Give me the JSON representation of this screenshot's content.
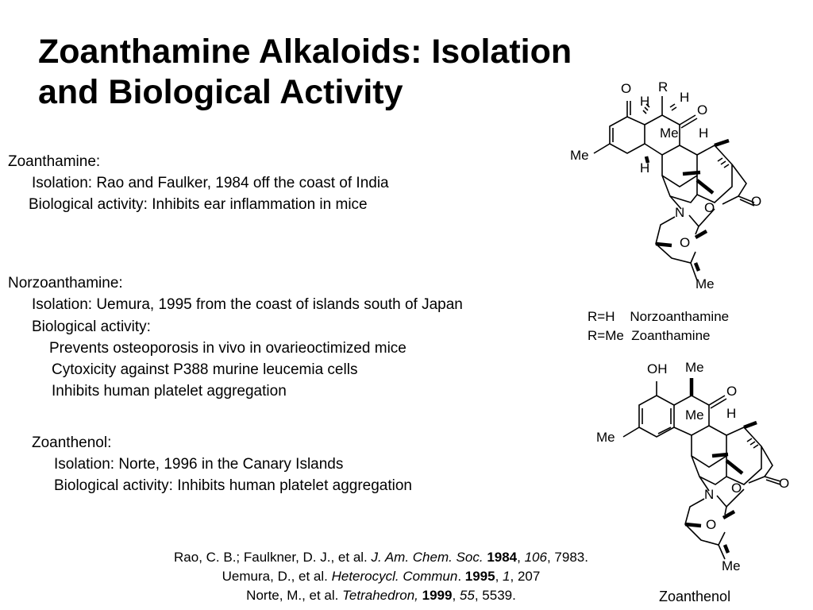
{
  "title": "Zoanthamine Alkaloids: Isolation and Biological Activity",
  "zoanthamine": {
    "name": "Zoanthamine:",
    "isolation": "Isolation: Rao and Faulker, 1984 off the coast of India",
    "activity": "Biological activity: Inhibits ear inflammation in mice"
  },
  "norzoanthamine": {
    "name": "Norzoanthamine:",
    "isolation": "Isolation: Uemura, 1995 from the coast of islands south of Japan",
    "activity_label": "Biological activity:",
    "activities": [
      "Prevents osteoporosis in vivo in ovarieoctimized mice",
      "Cytoxicity against P388 murine leucemia cells",
      "Inhibits human platelet aggregation"
    ]
  },
  "zoanthenol": {
    "name": "Zoanthenol:",
    "isolation": "Isolation: Norte, 1996 in the Canary Islands",
    "activity": "Biological activity: Inhibits human platelet aggregation"
  },
  "structure1": {
    "atoms": {
      "O": "O",
      "R": "R",
      "H": "H",
      "Me": "Me",
      "N": "N"
    },
    "legend": [
      "R=H    Norzoanthamine",
      "R=Me  Zoanthamine"
    ]
  },
  "structure2": {
    "atoms": {
      "OH": "OH",
      "Me": "Me",
      "O": "O",
      "H": "H",
      "N": "N"
    },
    "caption": "Zoanthenol"
  },
  "references": {
    "ref1": {
      "authors": "Rao, C. B.; Faulkner, D. J., et al. ",
      "journal": "J. Am. Chem. Soc.",
      "year": "1984",
      "volume": "106",
      "page": "7983."
    },
    "ref2": {
      "authors": "Uemura, D., et al. ",
      "journal": "Heterocycl. Commun",
      "year": "1995",
      "volume": "1",
      "page": "207"
    },
    "ref3": {
      "authors": "Norte, M., et al. ",
      "journal": "Tetrahedron,",
      "year": "1999",
      "volume": "55",
      "page": "5539."
    }
  }
}
